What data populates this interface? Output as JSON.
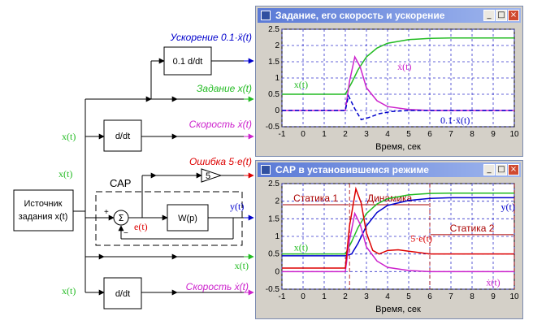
{
  "diagram": {
    "source_block": [
      "Источник",
      "задания x(t)"
    ],
    "ddt_block": "d/dt",
    "ddt_block_bottom": "d/dt",
    "scaled_ddt_block": "0.1 d/dt",
    "gain_value": "5",
    "sum_symbol": "Σ",
    "wp_block": "W(p)",
    "sap_label": "САР",
    "minus_sign": "−",
    "plus_sign": "+",
    "x_label": "x(t)",
    "e_label": "e(t)",
    "y_label": "y(t)",
    "out_acceleration": "Ускорение 0.1·ẍ(t)",
    "out_setpoint": "Задание x(t)",
    "out_speed": "Скорость ẋ(t)",
    "out_error": "Ошибка 5·e(t)",
    "out_x": "x(t)",
    "out_speed_bottom": "Скорость ẋ(t)",
    "colors": {
      "green": "#22bb22",
      "magenta": "#cc22cc",
      "red": "#dd0000",
      "blue": "#0000cc",
      "black": "#000000"
    }
  },
  "windows": [
    {
      "title": "Задание, его скорость и ускорение",
      "buttons": [
        "_",
        "□",
        "×"
      ],
      "chart_data": {
        "type": "line",
        "xlabel": "Время, сек",
        "xlim": [
          -1,
          10
        ],
        "ylim": [
          -0.5,
          2.5
        ],
        "xticks": [
          -1,
          0,
          1,
          2,
          3,
          4,
          5,
          6,
          7,
          8,
          9,
          10
        ],
        "yticks": [
          -0.5,
          0,
          0.5,
          1,
          1.5,
          2,
          2.5
        ],
        "grid": true,
        "series": [
          {
            "name": "x(t)",
            "color": "#22bb22",
            "x": [
              -1,
              2,
              2.3,
              2.6,
              3,
              3.5,
              4,
              5,
              6,
              7,
              10
            ],
            "y": [
              0.5,
              0.5,
              0.85,
              1.25,
              1.65,
              1.92,
              2.07,
              2.18,
              2.22,
              2.23,
              2.23
            ]
          },
          {
            "name": "ẋ(t)",
            "color": "#cc22cc",
            "x": [
              -1,
              2,
              2.2,
              2.45,
              2.7,
              3,
              3.5,
              4,
              5,
              6,
              7,
              10
            ],
            "y": [
              0,
              0,
              0.9,
              1.65,
              1.35,
              0.7,
              0.3,
              0.12,
              0.03,
              0,
              0,
              0
            ]
          },
          {
            "name": "0.1·ẍ(t)",
            "color": "#0000cc",
            "x": [
              -1,
              2,
              2.15,
              2.45,
              2.75,
              3.1,
              3.6,
              4.2,
              5,
              6,
              7,
              10
            ],
            "y": [
              0,
              0,
              0.45,
              0.05,
              -0.28,
              -0.22,
              -0.1,
              -0.03,
              0,
              0,
              0,
              0
            ],
            "style": "dashed"
          }
        ],
        "annotations": [
          "x(t)",
          "ẋ(t)",
          "0.1·ẍ(t)"
        ]
      }
    },
    {
      "title": "САР в установившемся режиме",
      "buttons": [
        "_",
        "□",
        "×"
      ],
      "chart_data": {
        "type": "line",
        "xlabel": "Время, сек",
        "xlim": [
          -1,
          10
        ],
        "ylim": [
          -0.5,
          2.5
        ],
        "xticks": [
          -1,
          0,
          1,
          2,
          3,
          4,
          5,
          6,
          7,
          8,
          9,
          10
        ],
        "yticks": [
          -0.5,
          0,
          0.5,
          1,
          1.5,
          2,
          2.5
        ],
        "grid": true,
        "series": [
          {
            "name": "x(t)",
            "color": "#22bb22",
            "x": [
              -1,
              2,
              2.3,
              2.6,
              3,
              3.5,
              4,
              5,
              6,
              7,
              10
            ],
            "y": [
              0.5,
              0.5,
              0.85,
              1.25,
              1.65,
              1.92,
              2.07,
              2.18,
              2.22,
              2.23,
              2.23
            ]
          },
          {
            "name": "y(t)",
            "color": "#0000cc",
            "x": [
              -1,
              2,
              2.3,
              2.6,
              3,
              3.5,
              4,
              5,
              6,
              7,
              10
            ],
            "y": [
              0.45,
              0.45,
              0.5,
              0.8,
              1.3,
              1.68,
              1.88,
              2.02,
              2.08,
              2.1,
              2.1
            ]
          },
          {
            "name": "ẋ(t)",
            "color": "#cc22cc",
            "x": [
              -1,
              2,
              2.2,
              2.45,
              2.7,
              3,
              3.5,
              4,
              5,
              6,
              7,
              10
            ],
            "y": [
              0,
              0,
              0.9,
              1.65,
              1.35,
              0.7,
              0.3,
              0.12,
              0.03,
              0,
              0,
              0
            ]
          },
          {
            "name": "5·e(t)",
            "color": "#dd0000",
            "x": [
              -1,
              2,
              2.2,
              2.5,
              2.75,
              3,
              3.3,
              3.6,
              4,
              4.5,
              5,
              6,
              7,
              10
            ],
            "y": [
              0.1,
              0.1,
              1.3,
              2.35,
              1.95,
              1.1,
              0.6,
              0.5,
              0.6,
              0.62,
              0.58,
              0.5,
              0.5,
              0.5
            ]
          }
        ],
        "regions": [
          {
            "label": "Статика 1",
            "from": -1,
            "to": 2.2
          },
          {
            "label": "Динамика",
            "from": 2.2,
            "to": 6
          },
          {
            "label": "Статика 2",
            "from": 6,
            "to": 10
          }
        ],
        "annotations": [
          "x(t)",
          "y(t)",
          "ẋ(t)",
          "5·e(t)",
          "Статика 1",
          "Динамика",
          "Статика 2"
        ]
      }
    }
  ]
}
